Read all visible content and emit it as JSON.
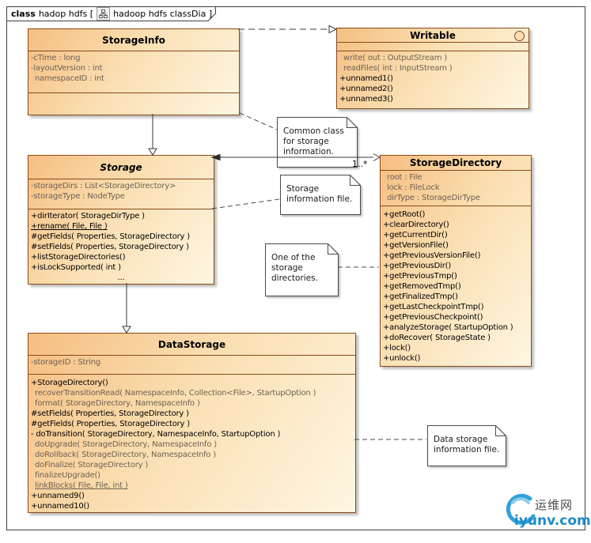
{
  "tab": {
    "keyword": "class",
    "text_before": "hadop hdfs [",
    "text_after": "hadoop hdfs classDia ]"
  },
  "classes": {
    "storageInfo": {
      "title": "StorageInfo",
      "attrs": [
        "-cTime : long",
        "-layoutVersion : int",
        "namespaceID : int"
      ]
    },
    "writable": {
      "title": "Writable",
      "methods": [
        "write( out : OutputStream )",
        "readFiles( int : InputStream )",
        "+unnamed1()",
        "+unnamed2()",
        "+unnamed3()"
      ]
    },
    "storage": {
      "title": "Storage",
      "attrs": [
        "-storageDirs : List<StorageDirectory>",
        "-storageType : NodeType"
      ],
      "methods": [
        "+dirIterator( StorageDirType )",
        "+rename( File, File )",
        "#getFields( Properties, StorageDirectory )",
        "#setFields( Properties, StorageDirectory )",
        "+listStorageDirectories()",
        "+isLockSupported( int )",
        "..."
      ]
    },
    "storageDirectory": {
      "title": "StorageDirectory",
      "attrs": [
        "root : File",
        "lock : FileLock",
        "dirType : StorageDirType"
      ],
      "methods": [
        "+getRoot()",
        "+clearDirectory()",
        "+getCurrentDir()",
        "+getVersionFile()",
        "+getPreviousVersionFile()",
        "+getPreviousDir()",
        "+getPreviousTmp()",
        "+getRemovedTmp()",
        "+getFinalizedTmp()",
        "+getLastCheckpointTmp()",
        "+getPreviousCheckpoint()",
        "+analyzeStorage( StartupOption )",
        "+doRecover( StorageState )",
        "+lock()",
        "+unlock()"
      ]
    },
    "dataStorage": {
      "title": "DataStorage",
      "attrs": [
        "-storageID : String"
      ],
      "methods": [
        "+StorageDirectory()",
        "recoverTransitionRead( NamespaceInfo, Collection<File>, StartupOption )",
        "format( StorageDirectory, NamespaceInfo )",
        "#setFields( Properties, StorageDirectory )",
        "#getFields( Properties, StorageDirectory )",
        "- doTransition( StorageDirectory, NamespaceInfo, StartupOption )",
        "doUpgrade( StorageDirectory, NamespaceInfo )",
        "doRollback( StorageDirectory, NamespaceInfo )",
        "doFinalize( StorageDirectory )",
        "finalizeUpgrade()",
        "linkBlocks( File, File, int )",
        "+unnamed9()",
        "+unnamed10()"
      ]
    }
  },
  "notes": {
    "common": "Common class for storage information.",
    "storageFile": "Storage information file.",
    "oneDir": "One of the storage directories.",
    "dataFile": "Data storage information file."
  },
  "labels": {
    "multiplicity": "1..*"
  },
  "watermark": {
    "cn": "运维网",
    "site": "iyunv.com"
  },
  "colors": {
    "box_fill_top": "#F5BE81",
    "box_fill_bottom": "#FEF6E2",
    "box_border": "#8B4A17",
    "package_text": "#6E6254",
    "watermark_blue": "#1E8BC8"
  }
}
